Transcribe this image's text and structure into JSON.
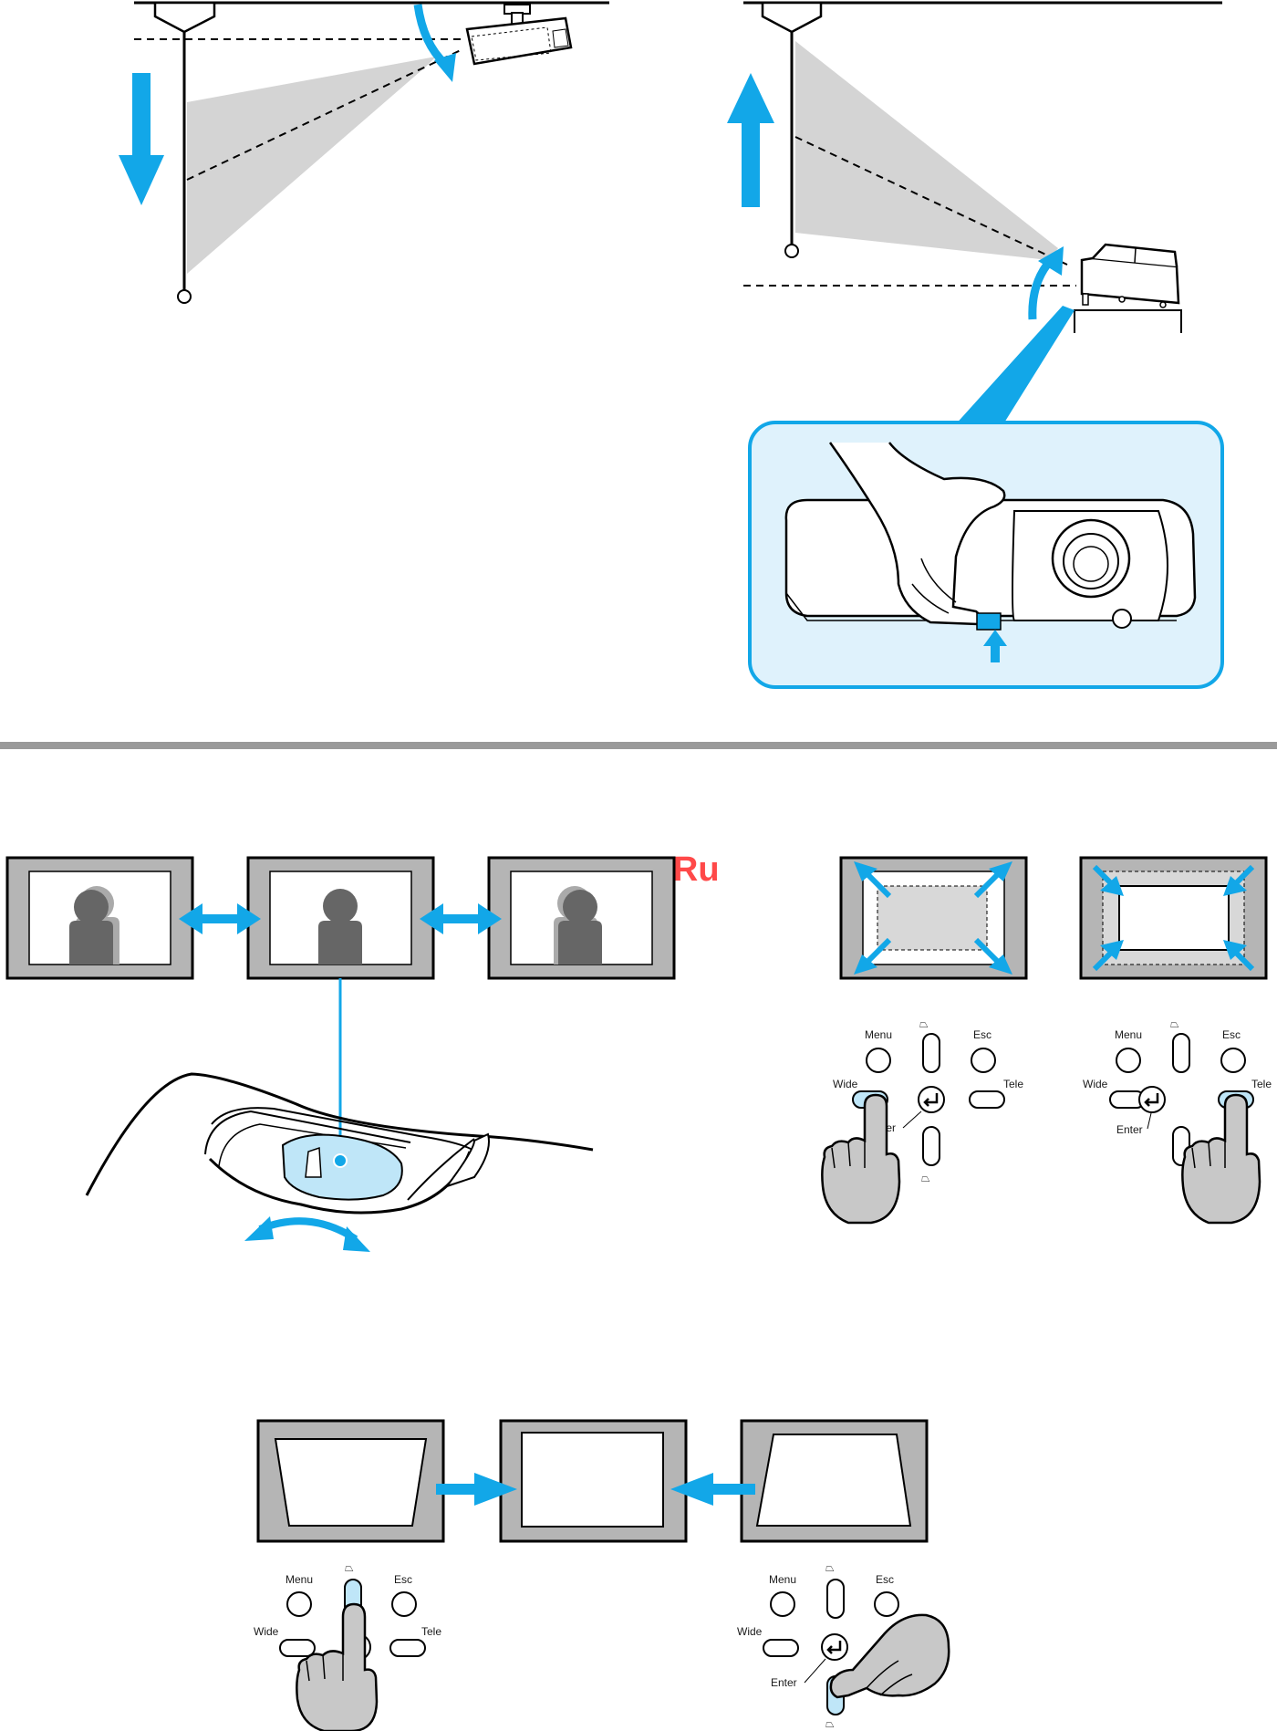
{
  "watermark": "McGrp.Ru",
  "keypad_labels": {
    "menu": "Menu",
    "esc": "Esc",
    "wide": "Wide",
    "tele": "Tele",
    "enter": "Enter",
    "keystone_up_symbol": "⏢",
    "keystone_down_symbol": "⏢"
  },
  "keypad_enter_partial": "ter",
  "colors": {
    "accent": "#12a7e8",
    "accent_light": "#bfe6f8",
    "screen_frame": "#b5b5b5",
    "projection_beam": "#d4d4d4",
    "silhouette": "#666666",
    "hand": "#c8c8c8"
  },
  "icons": [
    "down-arrow-icon",
    "up-arrow-icon",
    "double-arrow-icon",
    "finger-press-icon",
    "enter-icon"
  ]
}
